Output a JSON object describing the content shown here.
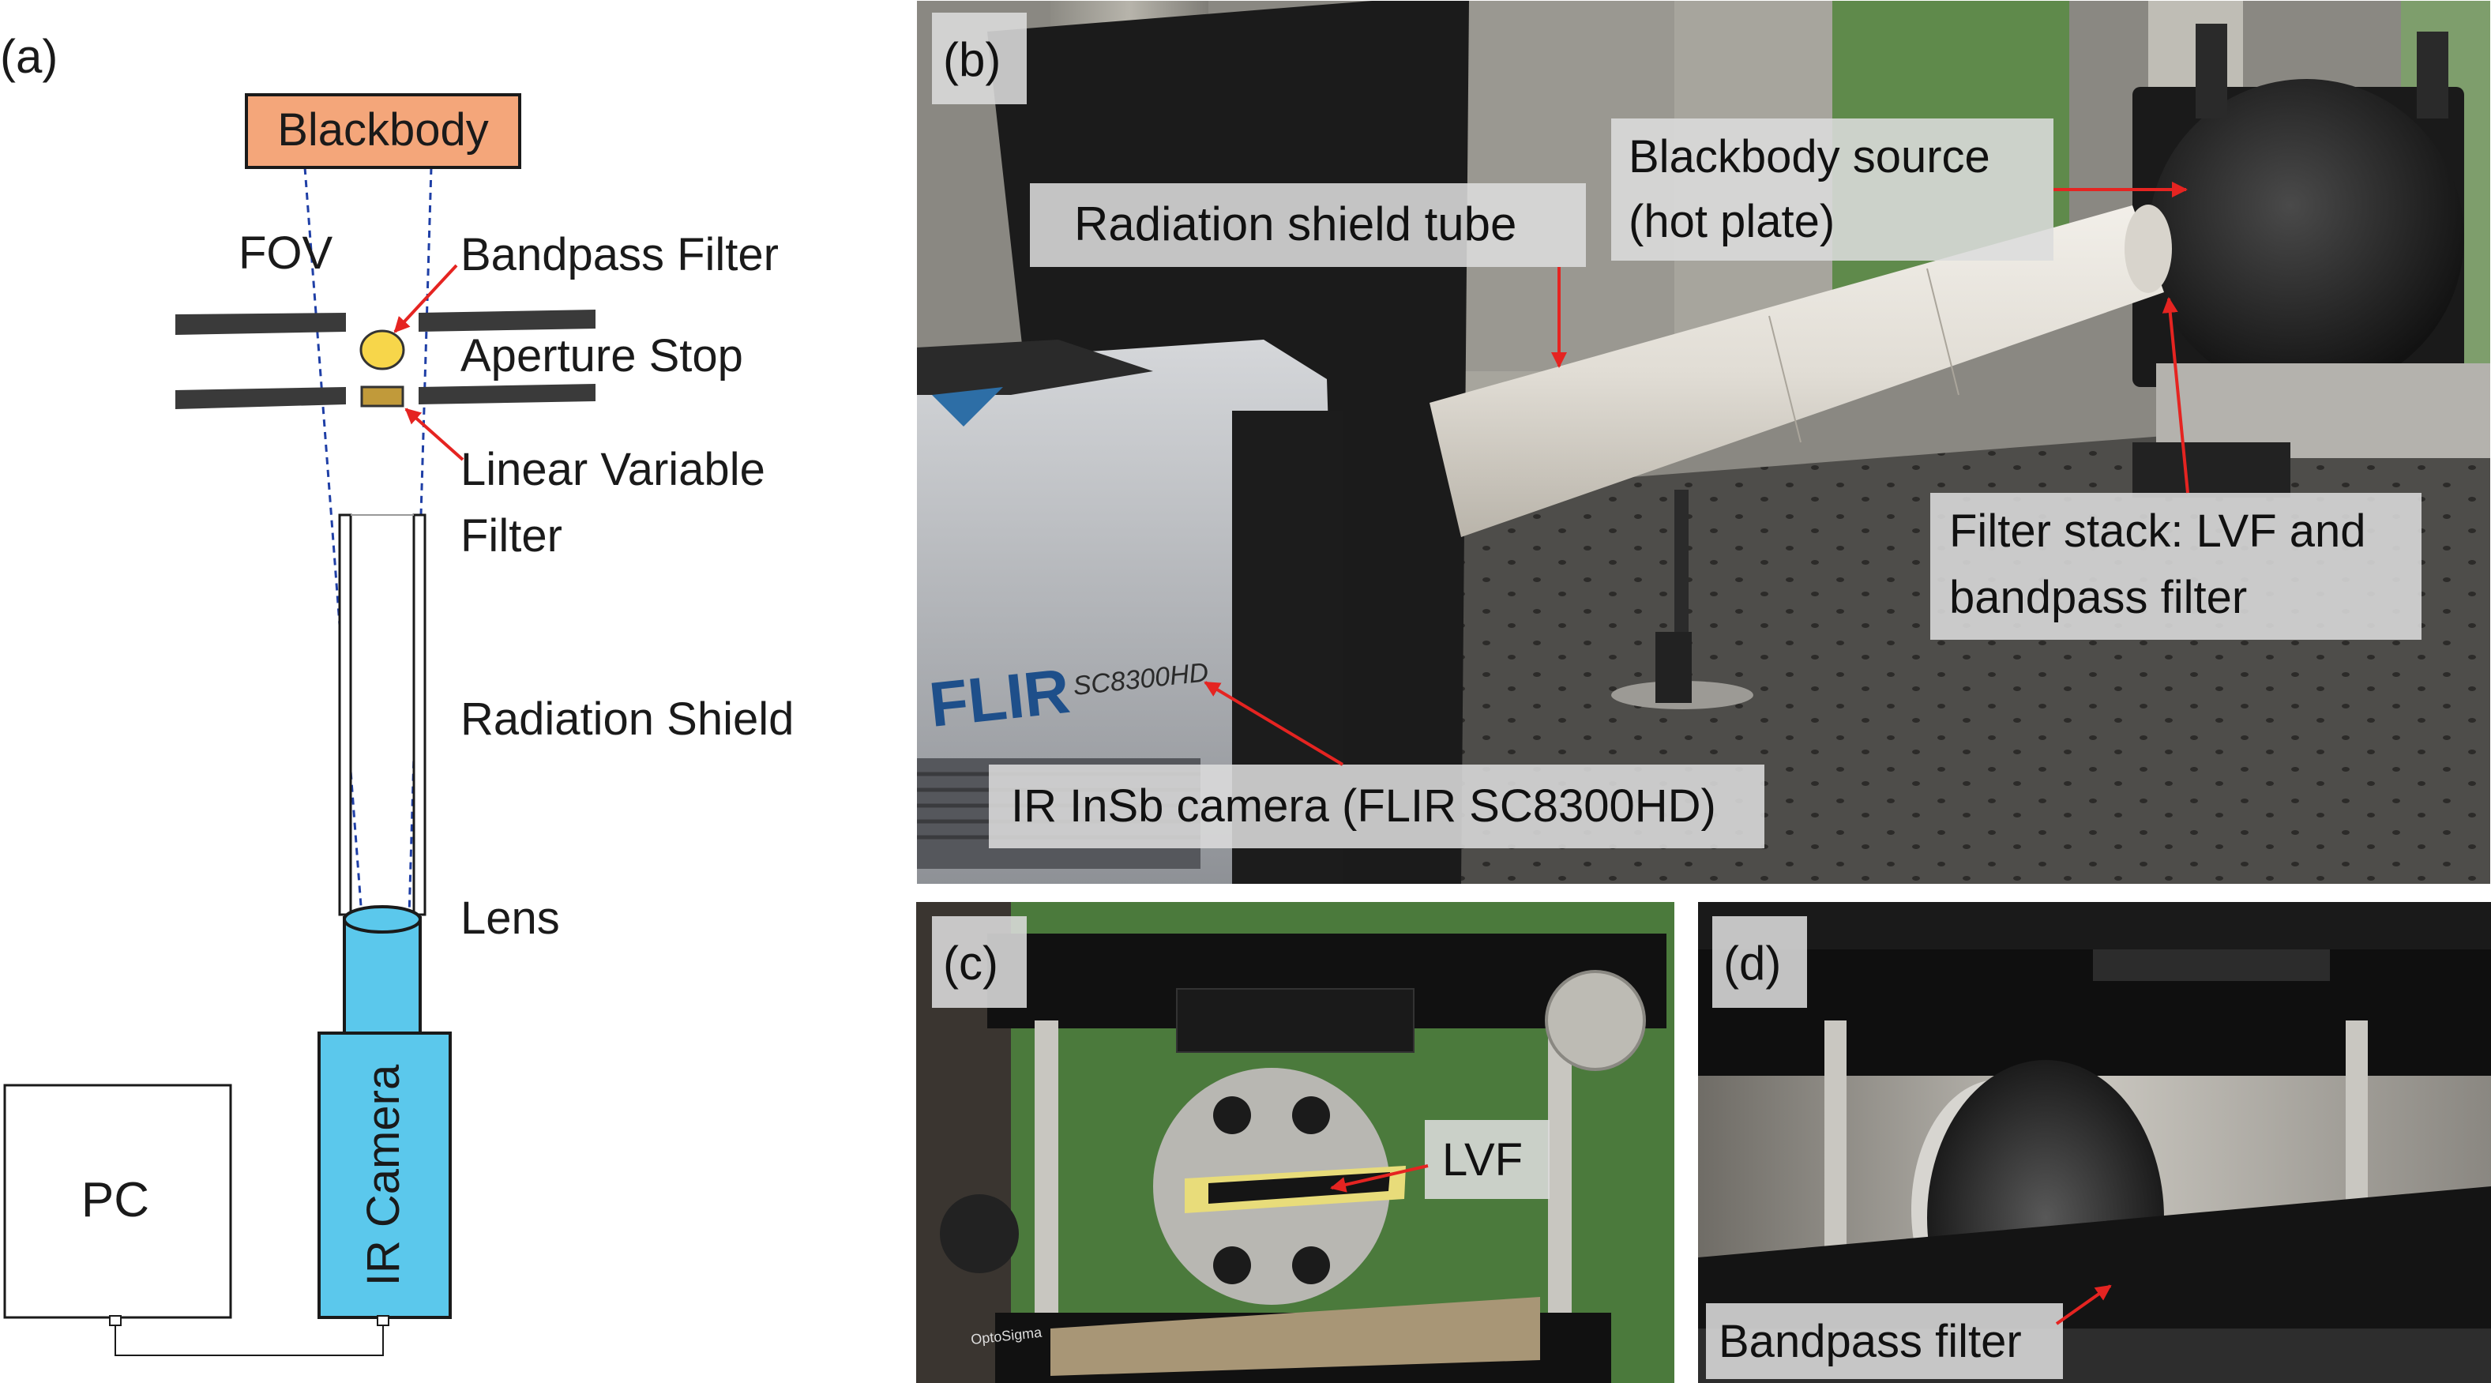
{
  "panel_a": {
    "panel_label": "(a)",
    "blackbody": "Blackbody",
    "fov": "FOV",
    "bandpass_filter": "Bandpass Filter",
    "aperture_stop": "Aperture Stop",
    "lvf_line1": "Linear Variable",
    "lvf_line2": "Filter",
    "radiation_shield": "Radiation Shield",
    "lens": "Lens",
    "ir_camera": "IR Camera",
    "pc": "PC",
    "colors": {
      "blackbody_fill": "#f4a67a",
      "camera_fill": "#5bc8ec",
      "bandpass_fill": "#f7d64a",
      "lvf_fill": "#c19a3a",
      "fov_line": "#1f3fa6",
      "arrow": "#e52421"
    }
  },
  "panel_b": {
    "panel_label": "(b)",
    "radiation_shield_tube": "Radiation shield tube",
    "blackbody_line1": "Blackbody source",
    "blackbody_line2": "(hot plate)",
    "filter_stack_line1": "Filter stack: LVF and",
    "filter_stack_line2": "bandpass filter",
    "camera_label": "IR InSb camera (FLIR SC8300HD)",
    "camera_brand": "FLIR",
    "camera_model": "SC8300HD"
  },
  "panel_c": {
    "panel_label": "(c)",
    "lvf": "LVF",
    "brand": "OptoSigma"
  },
  "panel_d": {
    "panel_label": "(d)",
    "bandpass_filter": "Bandpass filter"
  }
}
